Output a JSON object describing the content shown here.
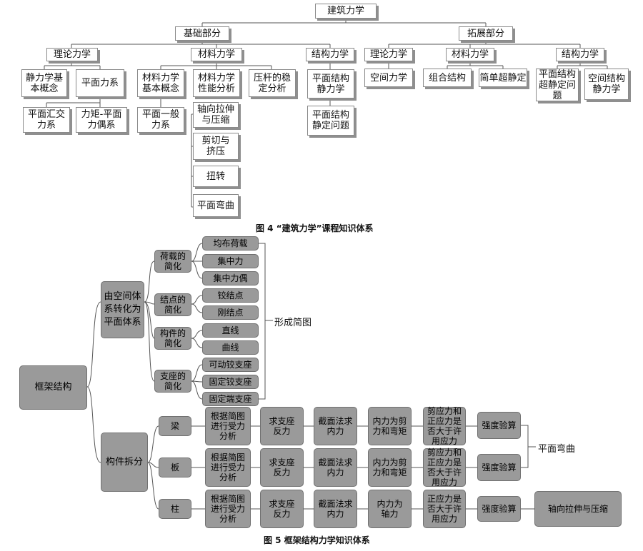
{
  "fig4": {
    "caption": "图 4 “建筑力学”课程知识体系",
    "root": "建筑力学",
    "basic": "基础部分",
    "ext": "拓展部分",
    "theory": "理论力学",
    "materials": "材料力学",
    "structure": "结构力学",
    "statics_concept": "静力学基本概念",
    "plane_force": "平面力系",
    "concurrent": "平面汇交力系",
    "moment_couple": "力矩-平面力偶系",
    "general_plane": "平面一般力系",
    "mat_concept": "材料力学基本概念",
    "mat_property": "材料力学性能分析",
    "axial": "轴向拉伸与压缩",
    "shear": "剪切与挤压",
    "torsion": "扭转",
    "bending": "平面弯曲",
    "buckling": "压杆的稳定分析",
    "plane_statics": "平面结构静力学",
    "plane_determinate": "平面结构静定问题",
    "ext_theory": "理论力学",
    "ext_materials": "材料力学",
    "ext_structure": "结构力学",
    "space_mech": "空间力学",
    "combined": "组合结构",
    "simple_indet": "简单超静定",
    "plane_indet": "平面结构超静定问题",
    "space_statics": "空间结构静力学"
  },
  "fig5": {
    "caption": "图 5 框架结构力学知识体系",
    "frame": "框架结构",
    "space_to_plane": "由空间体系转化为平面体系",
    "decompose": "构件拆分",
    "load_simpl": "荷载的简化",
    "joint_simpl": "结点的简化",
    "member_simpl": "构件的简化",
    "support_simpl": "支座的简化",
    "distributed": "均布荷载",
    "point_force": "集中力",
    "point_couple": "集中力偶",
    "hinge_joint": "铰结点",
    "rigid_joint": "刚结点",
    "straight": "直线",
    "curve": "曲线",
    "movable_hinge": "可动铰支座",
    "fixed_hinge": "固定铰支座",
    "fixed_end": "固定端支座",
    "form_diagram": "形成简图",
    "beam": "梁",
    "slab": "板",
    "column": "柱",
    "step_analysis": "根据简图进行受力分析",
    "step_reaction": "求支座反力",
    "step_section": "截面法求内力",
    "step_shear_moment": "内力为剪力和弯矩",
    "step_axial_force": "内力为轴力",
    "check_shear_normal": "剪应力和正应力是否大于许用应力",
    "check_normal": "正应力是否大于许用应力",
    "strength_check": "强度验算",
    "plane_bending": "平面弯曲",
    "axial_tc": "轴向拉伸与压缩"
  }
}
